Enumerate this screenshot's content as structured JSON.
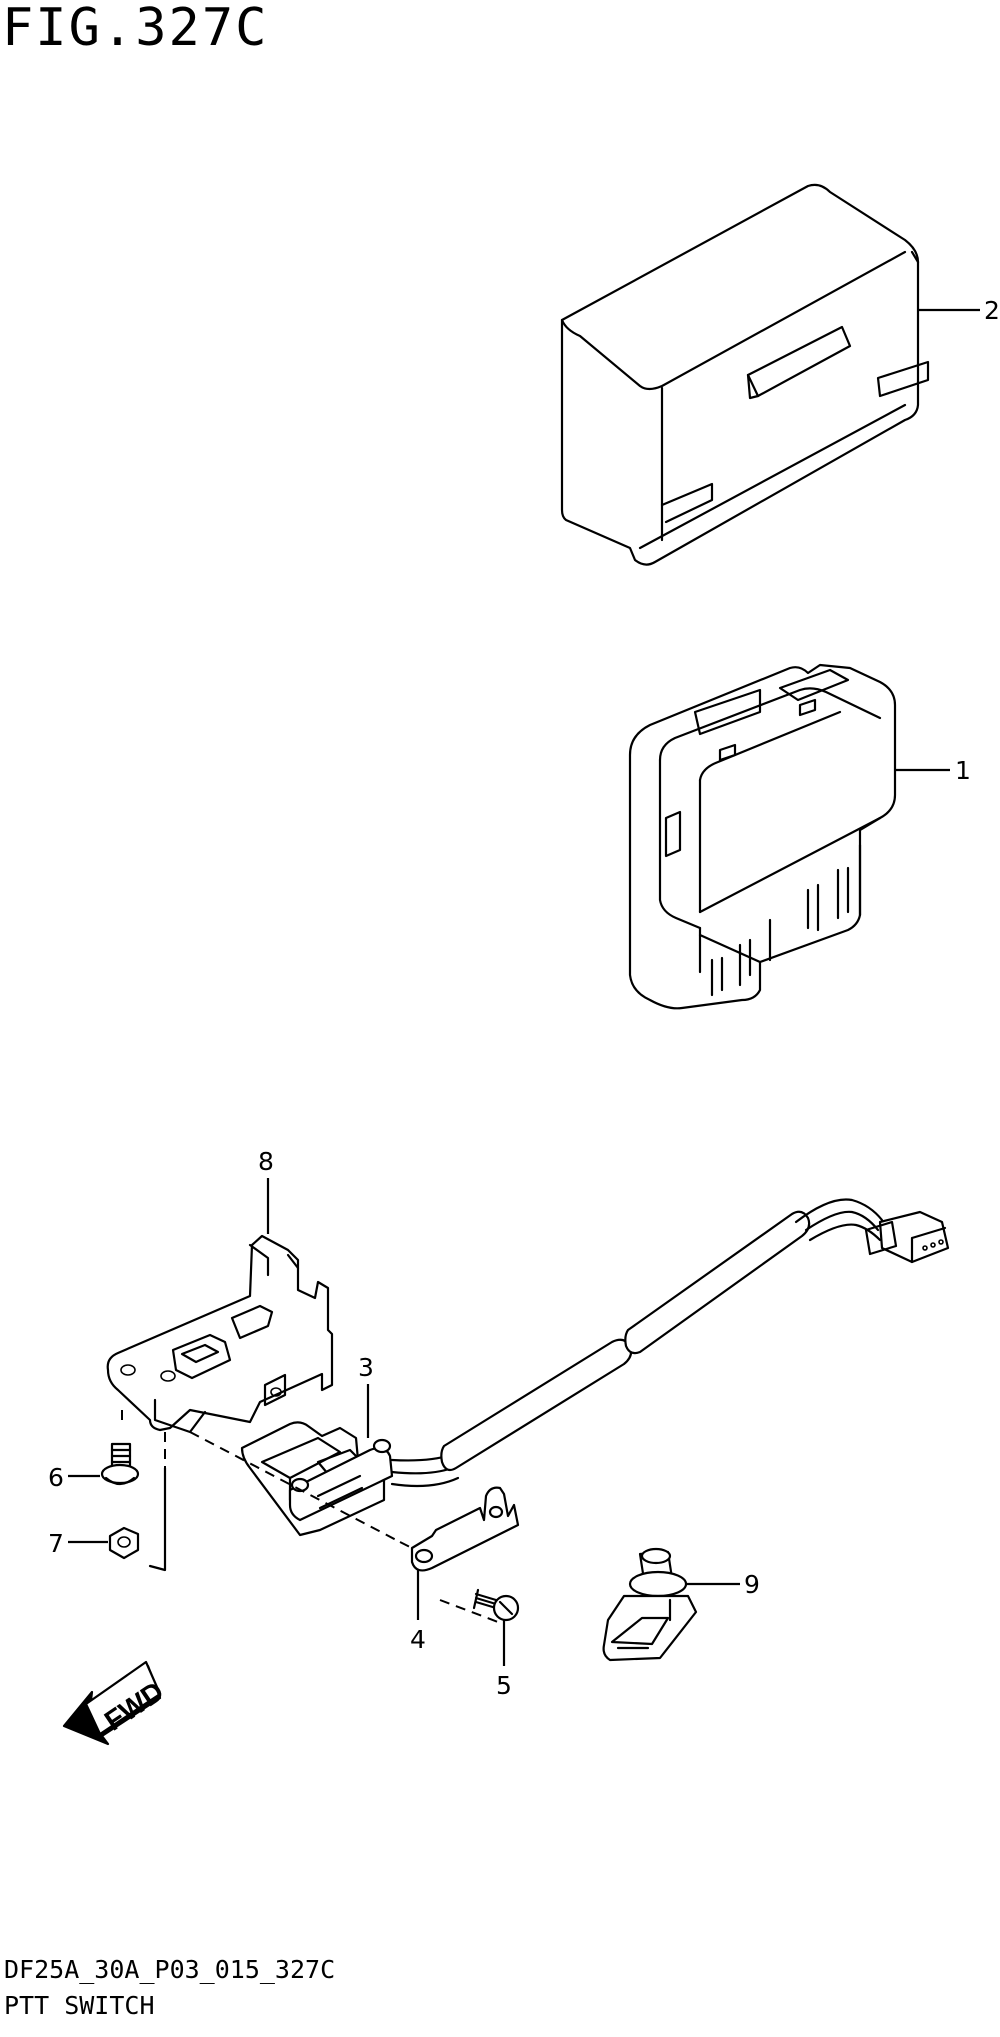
{
  "figure": {
    "title": "FIG.327C",
    "code": "DF25A_30A_P03_015_327C",
    "name": "PTT SWITCH"
  },
  "callouts": {
    "c1": "1",
    "c2": "2",
    "c3": "3",
    "c4": "4",
    "c5": "5",
    "c6": "6",
    "c7": "7",
    "c8": "8",
    "c9": "9"
  },
  "fwd_label": "FWD"
}
